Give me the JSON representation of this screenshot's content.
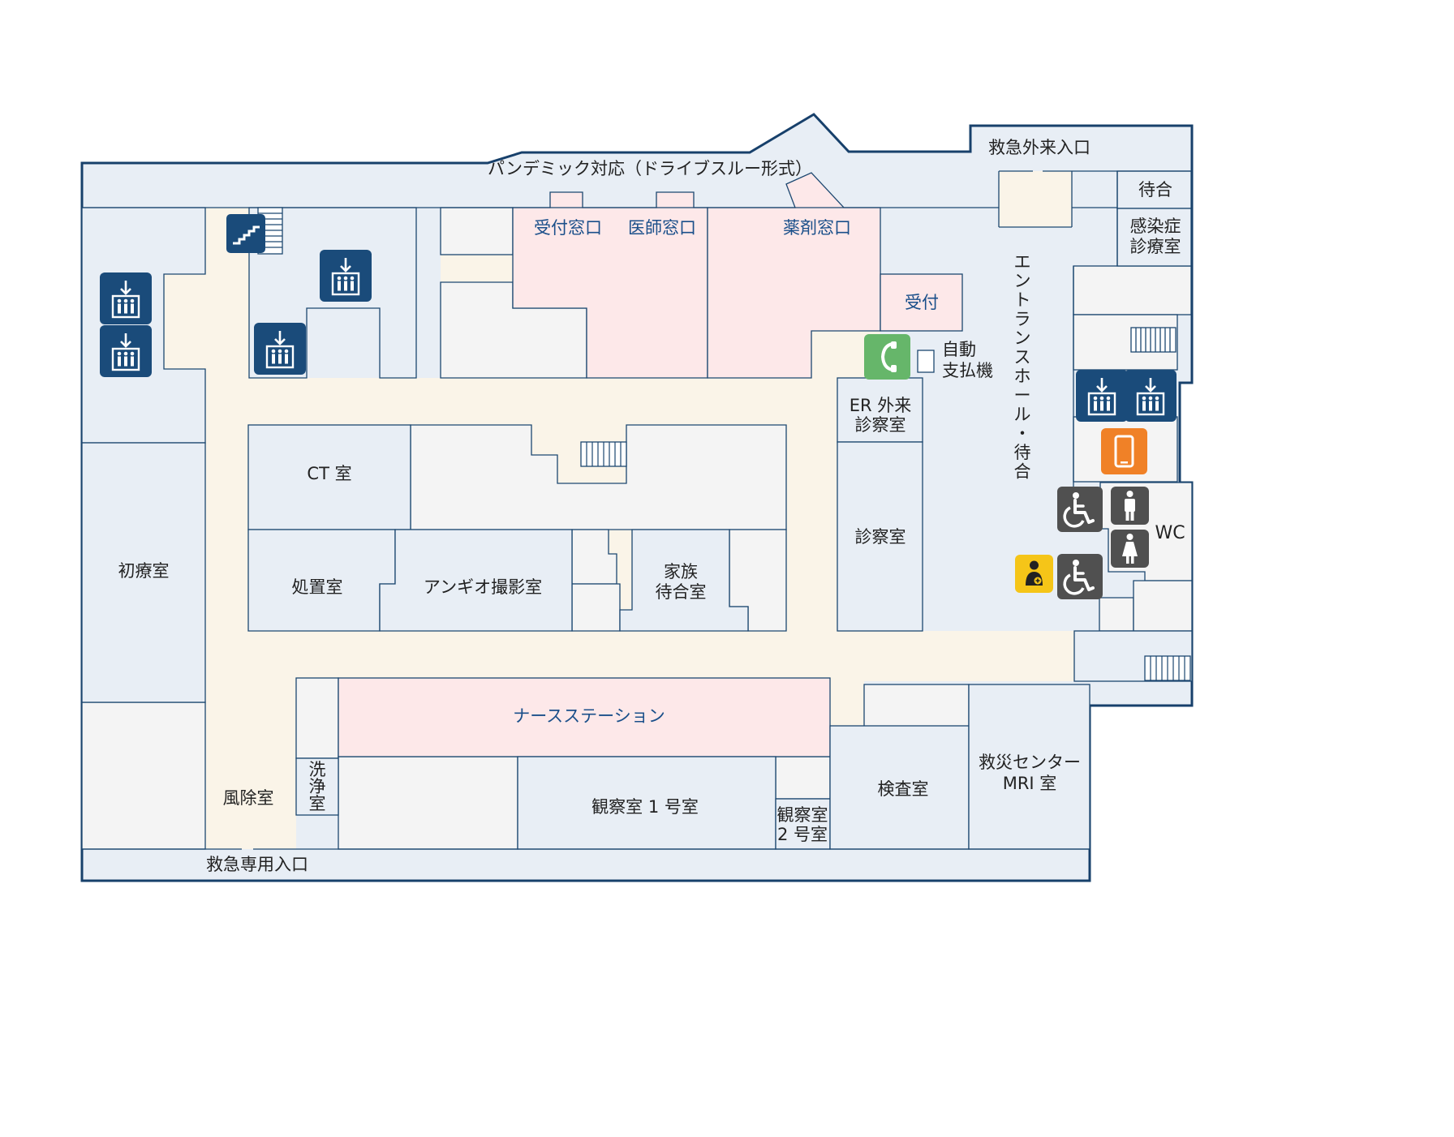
{
  "colors": {
    "outline": "#17406b",
    "room_blue": "#e8eef5",
    "corridor": "#faf4e8",
    "room_pink": "#fde8e9",
    "room_gray": "#f4f4f4",
    "elevator_icon": "#1a4b7a",
    "payphone_icon": "#66b66a",
    "mobile_icon": "#f08127",
    "ostomate_icon": "#f5c518",
    "wc_icon": "#505050",
    "label_blue": "#1a4f8a",
    "label_text": "#222222"
  },
  "labels": {
    "pandemic": "パンデミック対応（ドライブスルー形式）",
    "er_entrance": "救急外来入口",
    "waiting": "待合",
    "infection_1": "感染症",
    "infection_2": "診療室",
    "reception_window": "受付窓口",
    "doctor_window": "医師窓口",
    "pharmacy_window": "薬剤窓口",
    "reception": "受付",
    "payment_1": "自動",
    "payment_2": "支払機",
    "er_exam_1": "ER 外来",
    "er_exam_2": "診察室",
    "exam_room": "診察室",
    "entrance_hall": "エントランスホール・待合",
    "wc": "WC",
    "ct": "CT 室",
    "first_aid": "初療室",
    "treatment": "処置室",
    "angio": "アンギオ撮影室",
    "family_1": "家族",
    "family_2": "待合室",
    "nurse_station": "ナースステーション",
    "vestibule": "風除室",
    "wash_1": "洗",
    "wash_2": "浄",
    "wash_3": "室",
    "obs1": "観察室 1 号室",
    "obs2_1": "観察室",
    "obs2_2": "2 号室",
    "lab": "検査室",
    "mri_1": "救災センター",
    "mri_2": "MRI 室",
    "er_only_entrance": "救急専用入口"
  },
  "icons": [
    "stairs-icon",
    "elevator-icon",
    "payphone-icon",
    "mobile-phone-icon",
    "accessible-toilet-icon",
    "men-toilet-icon",
    "women-toilet-icon",
    "ostomate-icon"
  ]
}
